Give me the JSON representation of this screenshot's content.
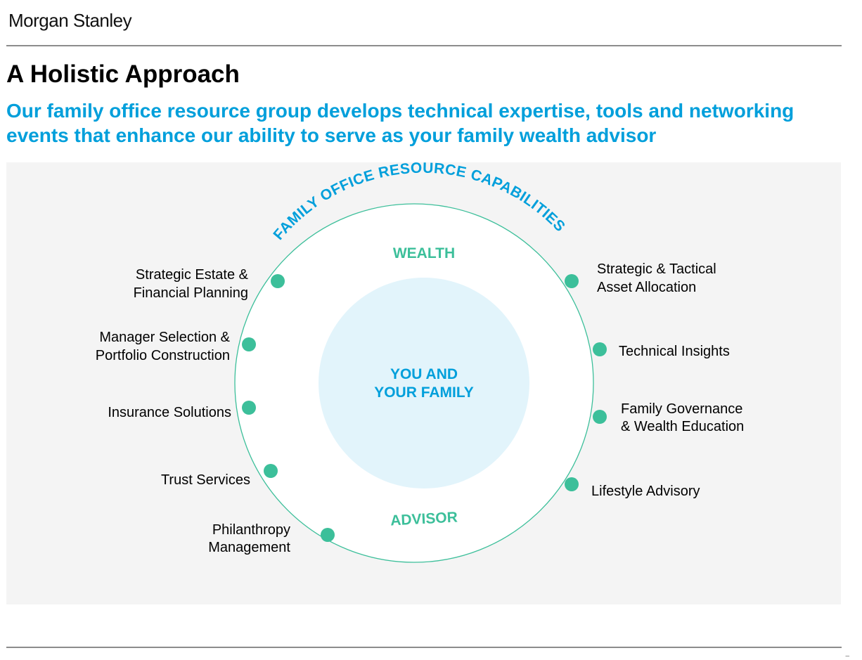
{
  "brand": "Morgan Stanley",
  "title": "A Holistic Approach",
  "subtitle_lines": [
    "Our family office resource group develops technical expertise, tools and networking",
    "events that enhance our ability to serve as your family wealth advisor"
  ],
  "diagram": {
    "arc_label": "FAMILY OFFICE RESOURCE CAPABILITIES",
    "top_word": "WEALTH",
    "bottom_word": "ADVISOR",
    "center_lines": [
      "YOU AND",
      "YOUR FAMILY"
    ],
    "left_items": [
      [
        "Strategic Estate &",
        "Financial Planning"
      ],
      [
        "Manager Selection &",
        "Portfolio Construction"
      ],
      [
        "Insurance Solutions"
      ],
      [
        "Trust Services"
      ],
      [
        "Philanthropy",
        "Management"
      ]
    ],
    "right_items": [
      [
        "Strategic & Tactical",
        "Asset Allocation"
      ],
      [
        "Technical Insights"
      ],
      [
        "Family Governance",
        "& Wealth Education"
      ],
      [
        "Lifestyle Advisory"
      ]
    ]
  },
  "colors": {
    "accent_blue": "#009fdb",
    "accent_green": "#3cbf9a",
    "center_fill": "#e2f4fb",
    "panel_bg": "#f4f4f4"
  },
  "page_mark": "–"
}
